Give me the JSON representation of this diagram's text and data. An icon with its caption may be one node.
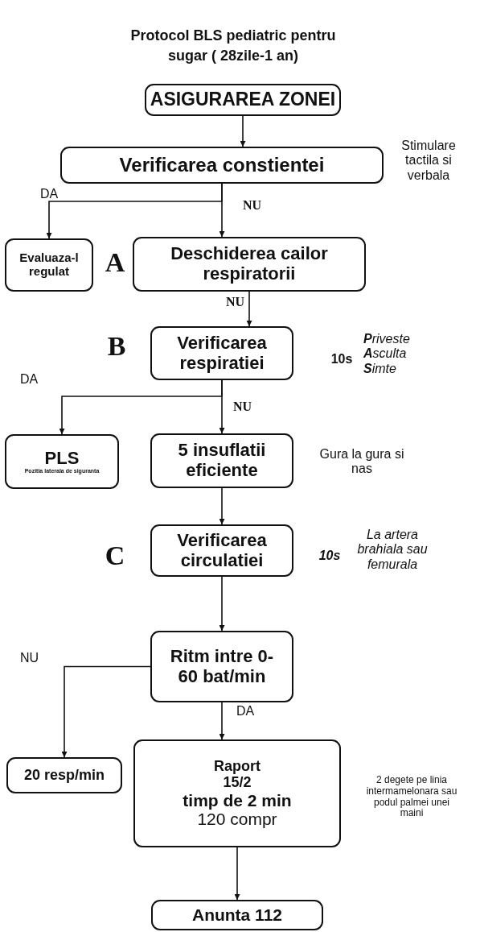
{
  "diagram": {
    "title": "Protocol BLS pediatric pentru sugar ( 28zile-1 an)",
    "nodes": [
      {
        "text": [
          "ASIGURAREA ZONEI"
        ]
      },
      {
        "text": [
          "Verificarea constientei"
        ],
        "beside": [
          "Stimulare tactila si verbala"
        ]
      },
      {
        "text": [
          "Evaluaza-l regulat"
        ]
      },
      {
        "text": [
          "Deschiderea cailor respiratorii"
        ],
        "beside": [
          "A"
        ]
      },
      {
        "text": [
          "Verificarea respiratiei"
        ],
        "beside": [
          "B",
          "10s",
          "**P**riveste **A**sculta **S**imte"
        ]
      },
      {
        "text": [
          "PLS",
          "Pozitia laterala de siguranta"
        ]
      },
      {
        "text": [
          "5 insuflatii eficiente"
        ],
        "beside": [
          "Gura la gura si nas"
        ]
      },
      {
        "text": [
          "Verificarea circulatiei"
        ],
        "beside": [
          "C",
          "10s",
          "La artera brahiala sau femurala"
        ]
      },
      {
        "text": [
          "Ritm intre 0-60 bat/min"
        ]
      },
      {
        "text": [
          "20 resp/min"
        ]
      },
      {
        "text": [
          "Raport",
          "15/2",
          "timp de 2 min",
          "120 compr"
        ],
        "beside": [
          "2 degete pe linia intermamelonara sau podul palmei unei maini"
        ]
      },
      {
        "text": [
          "Anunta 112"
        ]
      }
    ],
    "edges": [
      {
        "from": 0,
        "to": 1,
        "arrow": "to"
      },
      {
        "from": 1,
        "to": 2,
        "arrow": "to",
        "label": "DA"
      },
      {
        "from": 1,
        "to": 3,
        "arrow": "to",
        "label": "NU"
      },
      {
        "from": 3,
        "to": 4,
        "arrow": "to",
        "label": "NU"
      },
      {
        "from": 4,
        "to": 5,
        "arrow": "to",
        "label": "DA"
      },
      {
        "from": 4,
        "to": 6,
        "arrow": "to",
        "label": "NU"
      },
      {
        "from": 6,
        "to": 7,
        "arrow": "to"
      },
      {
        "from": 7,
        "to": 8,
        "arrow": "to"
      },
      {
        "from": 8,
        "to": 9,
        "arrow": "to",
        "label": "NU"
      },
      {
        "from": 8,
        "to": 10,
        "arrow": "to",
        "label": "DA"
      },
      {
        "from": 10,
        "to": 11,
        "arrow": "to"
      }
    ]
  }
}
